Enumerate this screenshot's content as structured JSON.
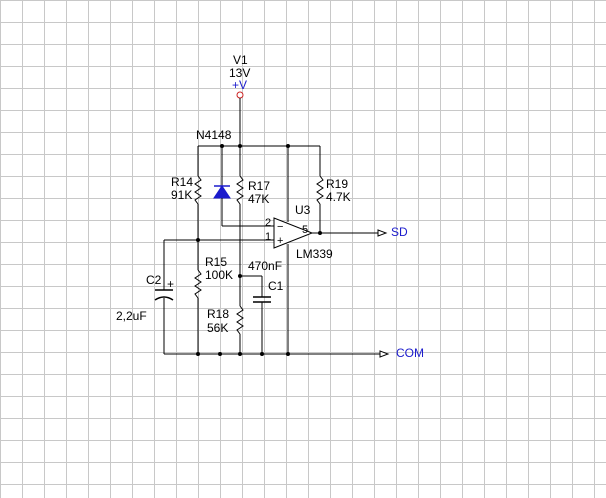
{
  "colors": {
    "wire": "#000000",
    "net_label": "#1a1acc",
    "supply": "#1a1acc",
    "grid": "#c8c8c8"
  },
  "supply": {
    "name": "V1",
    "voltage": "13V",
    "symbol": "+V"
  },
  "diode": {
    "name": "N4148"
  },
  "r14": {
    "name": "R14",
    "value": "91K"
  },
  "r17": {
    "name": "R17",
    "value": "47K"
  },
  "r19": {
    "name": "R19",
    "value": "4.7K"
  },
  "r15": {
    "name": "R15",
    "value": "100K"
  },
  "r18": {
    "name": "R18",
    "value": "56K"
  },
  "c1": {
    "name": "C1",
    "value": "470nF"
  },
  "c2": {
    "name": "C2",
    "value": "2,2uF",
    "polarity": "+"
  },
  "u3": {
    "name": "U3",
    "part": "LM339",
    "pin_out": "5",
    "pin_in_a": "2",
    "pin_in_b": "1"
  },
  "nets": {
    "out": "SD",
    "ground": "COM"
  }
}
